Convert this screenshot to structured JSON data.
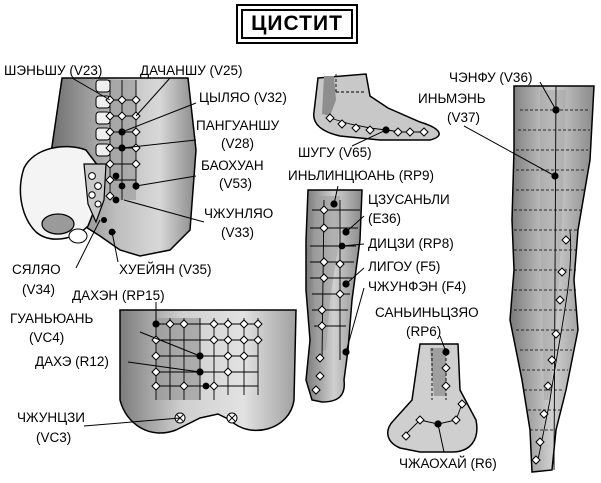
{
  "title": "ЦИСТИТ",
  "labels": {
    "v23": "ШЭНЬШУ (V23)",
    "v25": "ДАЧАНШУ (V25)",
    "v32": "ЦЫЛЯО (V32)",
    "v28_name": "ПАНГУАНШУ",
    "v28_code": "(V28)",
    "v53": "БАОХУАН",
    "v53_code": "(V53)",
    "v33": "ЧЖУНЛЯО",
    "v33_code": "(V33)",
    "v34": "СЯЛЯО",
    "v34_code": "(V34)",
    "v35": "ХУЕЙЯН (V35)",
    "v65": "ШУГУ (V65)",
    "rp9": "ИНЬЛИНЦЮАНЬ (RP9)",
    "e36": "ЦЗУСАНЬЛИ",
    "e36_code": "(E36)",
    "rp8": "ДИЦЗИ (RP8)",
    "f5": "ЛИГОУ (F5)",
    "f4": "ЧЖУНФЭН (F4)",
    "v36": "ЧЭНФУ (V36)",
    "v37": "ИНЬМЭНЬ",
    "v37_code": "(V37)",
    "rp15": "ДАХЭН (RP15)",
    "vc4": "ГУАНЬЮАНЬ",
    "vc4_code": "(VC4)",
    "r12": "ДАХЭ (R12)",
    "vc3": "ЧЖУНЦЗИ",
    "vc3_code": "(VC3)",
    "rp6": "САНЬИНЬЦЗЯО",
    "rp6_code": "(RP6)",
    "r6": "ЧЖАОХАЙ (R6)"
  },
  "colors": {
    "ink": "#000000",
    "skin_dark": "#8c8c8c",
    "skin_mid": "#b4b4b4",
    "skin_light": "#dcdcdc",
    "background": "#ffffff"
  }
}
